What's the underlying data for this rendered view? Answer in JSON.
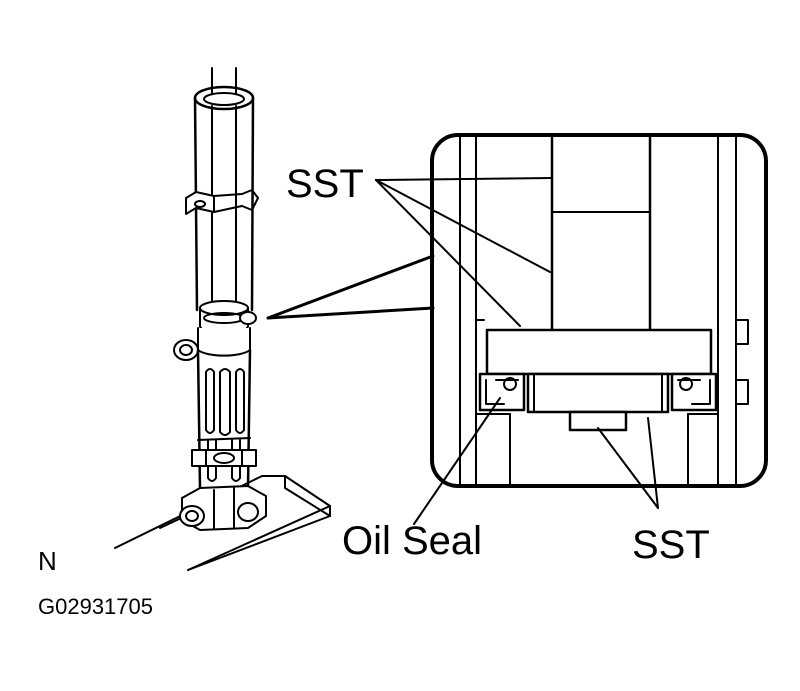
{
  "labels": {
    "sst_top": "SST",
    "oil_seal": "Oil Seal",
    "sst_bottom": "SST",
    "corner_letter": "N",
    "figure_code": "G02931705"
  },
  "colors": {
    "ink": "#000000",
    "paper": "#ffffff"
  }
}
